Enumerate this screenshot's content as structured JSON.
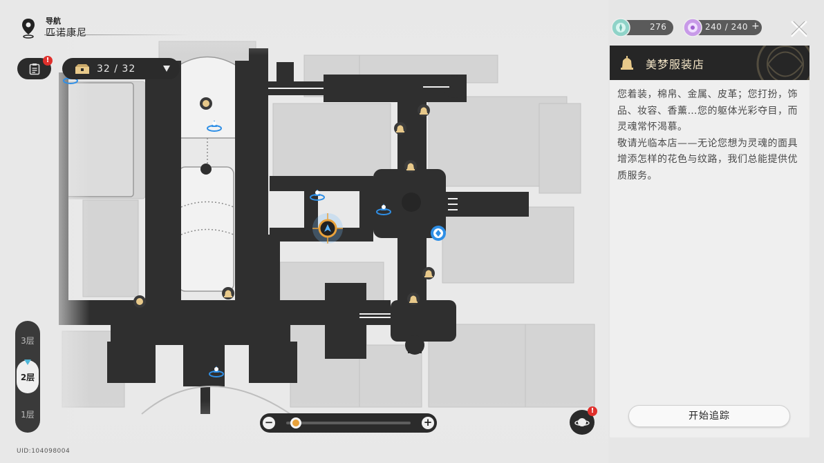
{
  "navigation": {
    "title": "导航",
    "region": "匹诺康尼"
  },
  "toolbar": {
    "log_badge": "!",
    "chest_counter": "32 / 32"
  },
  "floors": {
    "items": [
      "3层",
      "2层",
      "1层"
    ],
    "selected": "2层"
  },
  "uid": "UID:104098004",
  "zoom": {
    "minus": "−",
    "plus": "+",
    "level": 0.05
  },
  "planet_badge": "!",
  "currency": [
    {
      "icon": "stellar-jade-icon",
      "value": "276"
    },
    {
      "icon": "trailblaze-power-icon",
      "value": "240 / 240",
      "add": "+"
    }
  ],
  "panel": {
    "title": "美梦服装店",
    "description_1": "您着装，棉帛、金属、皮革；您打扮，饰品、妆容、香薰…您的躯体光彩夺目，而灵魂常怀渴慕。",
    "description_2": "敬请光临本店——无论您想为灵魂的面具增添怎样的花色与纹路，我们总能提供优质服务。",
    "track_button": "开始追踪"
  },
  "colors": {
    "dark": "#2b2b2b",
    "accent_gold": "#e9a23b",
    "teleport_blue": "#2f8fe6",
    "badge_red": "#e0302c",
    "title_gold": "#f2e4c6"
  }
}
